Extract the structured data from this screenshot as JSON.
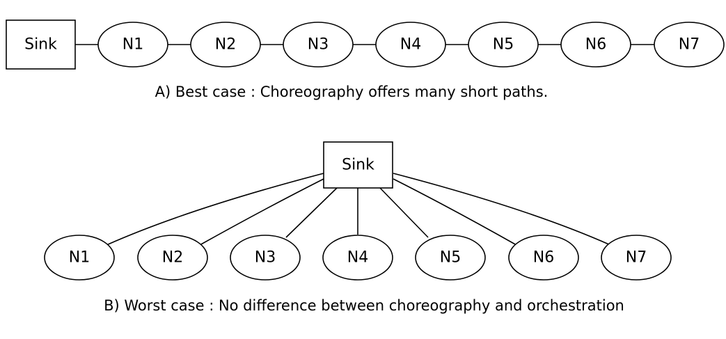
{
  "diagram_a": {
    "sink_label": "Sink",
    "nodes": [
      "N1",
      "N2",
      "N3",
      "N4",
      "N5",
      "N6",
      "N7"
    ],
    "caption": "A) Best case : Choreography offers many short paths."
  },
  "diagram_b": {
    "sink_label": "Sink",
    "nodes": [
      "N1",
      "N2",
      "N3",
      "N4",
      "N5",
      "N6",
      "N7"
    ],
    "caption": "B) Worst case : No difference between choreography and orchestration"
  }
}
